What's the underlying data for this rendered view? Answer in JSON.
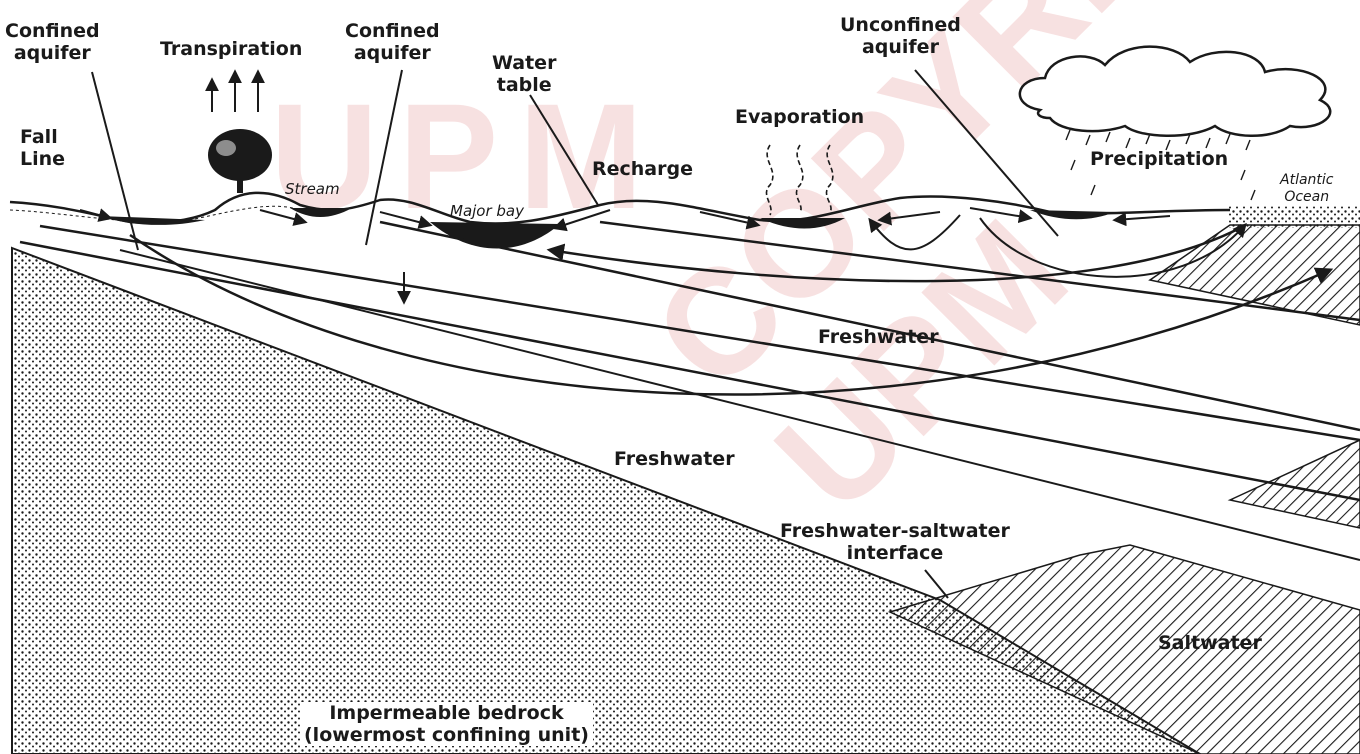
{
  "watermark": {
    "logo_text": "UPM",
    "diagonal_text": "COPYRIGHT UPM"
  },
  "labels": {
    "confined_aquifer_left": "Confined\naquifer",
    "transpiration": "Transpiration",
    "confined_aquifer_mid": "Confined\naquifer",
    "water_table": "Water\ntable",
    "unconfined_aquifer": "Unconfined\naquifer",
    "fall_line": "Fall\nLine",
    "stream": "Stream",
    "major_bay": "Major bay",
    "recharge": "Recharge",
    "evaporation": "Evaporation",
    "precipitation": "Precipitation",
    "atlantic_ocean": "Atlantic\nOcean",
    "freshwater_upper": "Freshwater",
    "freshwater_lower": "Freshwater",
    "interface": "Freshwater-saltwater\ninterface",
    "saltwater": "Saltwater",
    "bedrock": "Impermeable bedrock\n(lowermost confining unit)"
  },
  "colors": {
    "ink": "#1a1a1a",
    "watermark": "#f2c9c9"
  }
}
